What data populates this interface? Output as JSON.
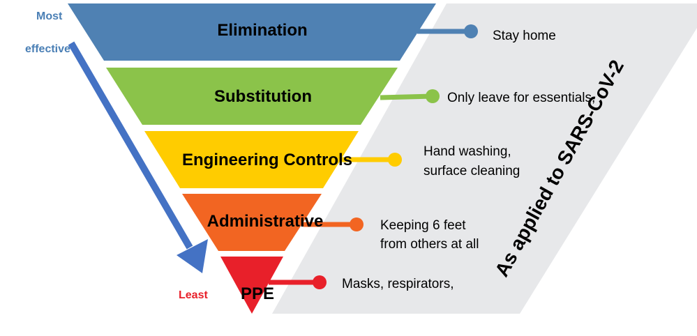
{
  "diagram": {
    "side_label": "As applied to SARS-CoV-2",
    "scale": {
      "top_line1": "Most",
      "top_line2": "effective",
      "bottom": "Least",
      "top_color": "#4a7fb5",
      "bottom_color": "#e8202a",
      "arrow_color": "#4472c4"
    },
    "tiers": [
      {
        "label": "Elimination",
        "color": "#4f81b3",
        "description": [
          "Stay home"
        ]
      },
      {
        "label": "Substitution",
        "color": "#8bc34a",
        "description": [
          "Only leave for essentials,"
        ]
      },
      {
        "label": "Engineering Controls",
        "color": "#ffcc00",
        "description": [
          "Hand washing,",
          "surface cleaning"
        ]
      },
      {
        "label": "Administrative",
        "color": "#f26522",
        "description": [
          "Keeping 6 feet",
          "from others at all"
        ]
      },
      {
        "label": "PPE",
        "color": "#e8202a",
        "description": [
          "Masks, respirators,"
        ]
      }
    ],
    "panel_color": "#e7e8ea"
  }
}
